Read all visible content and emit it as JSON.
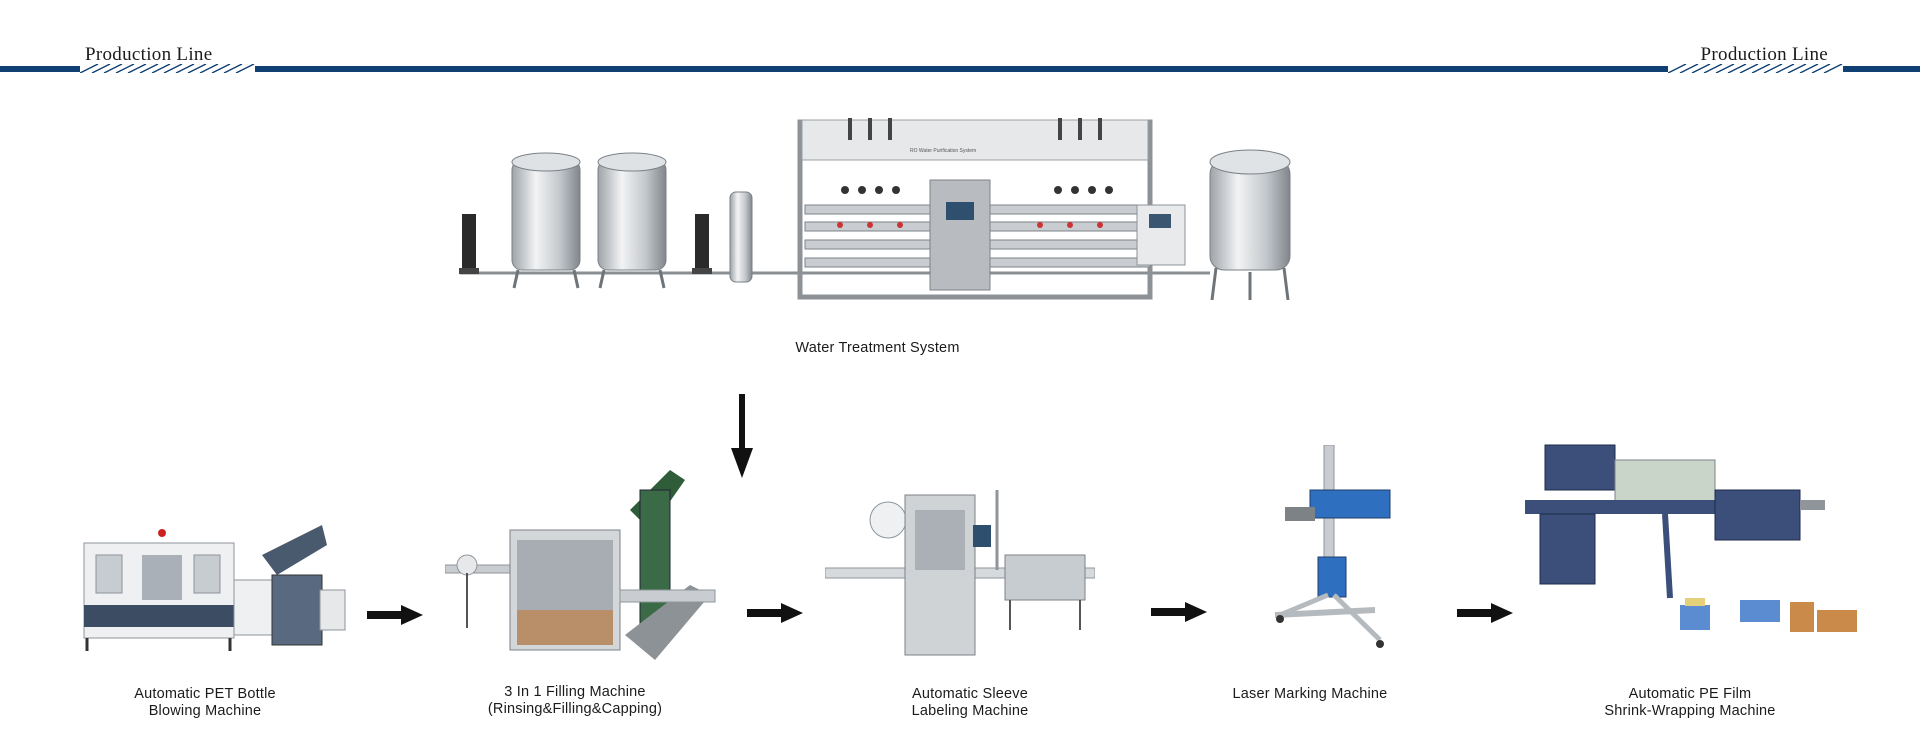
{
  "header": {
    "title_left": "Production Line",
    "title_right": "Production Line",
    "line_color": "#0f3f73"
  },
  "water_system": {
    "label": "Water Treatment System",
    "panel_text": "RO Water Purification System"
  },
  "machines": [
    {
      "line1": "Automatic PET Bottle",
      "line2": "Blowing Machine"
    },
    {
      "line1": "3 In 1 Filling Machine",
      "line2": "(Rinsing&Filling&Capping)"
    },
    {
      "line1": "Automatic Sleeve",
      "line2": "Labeling Machine"
    },
    {
      "line1": "Laser Marking Machine",
      "line2": ""
    },
    {
      "line1": "Automatic PE Film",
      "line2": "Shrink-Wrapping Machine"
    }
  ],
  "icons": {
    "flow_arrow": "right-arrow-icon",
    "feed_arrow": "down-arrow-icon"
  }
}
